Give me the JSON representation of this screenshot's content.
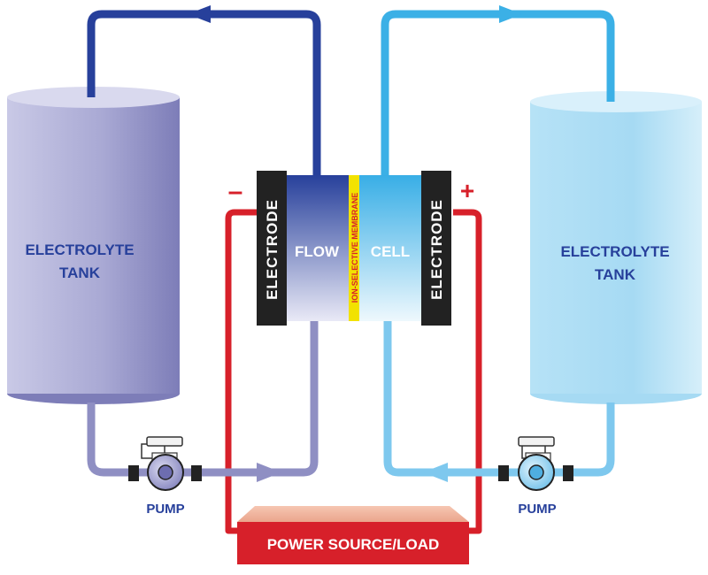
{
  "left_tank": {
    "line1": "ELECTROLYTE",
    "line2": "TANK"
  },
  "right_tank": {
    "line1": "ELECTROLYTE",
    "line2": "TANK"
  },
  "left_electrode": {
    "label": "ELECTRODE"
  },
  "right_electrode": {
    "label": "ELECTRODE"
  },
  "membrane": {
    "label": "ION-SELECTIVE MEMBRANE"
  },
  "cell": {
    "left_label": "FLOW",
    "right_label": "CELL"
  },
  "left_pump": {
    "label": "PUMP"
  },
  "right_pump": {
    "label": "PUMP"
  },
  "power": {
    "label": "POWER SOURCE/LOAD"
  },
  "terminals": {
    "negative": "–",
    "positive": "+"
  },
  "colors": {
    "left_electrolyte": "#27409b",
    "left_return": "#8f8fc3",
    "right_electrolyte": "#3bb0e6",
    "right_return": "#7ec8ee",
    "wire": "#d7202a",
    "electrode": "#222222",
    "membrane": "#f2e200",
    "power_box": "#d7202a"
  }
}
